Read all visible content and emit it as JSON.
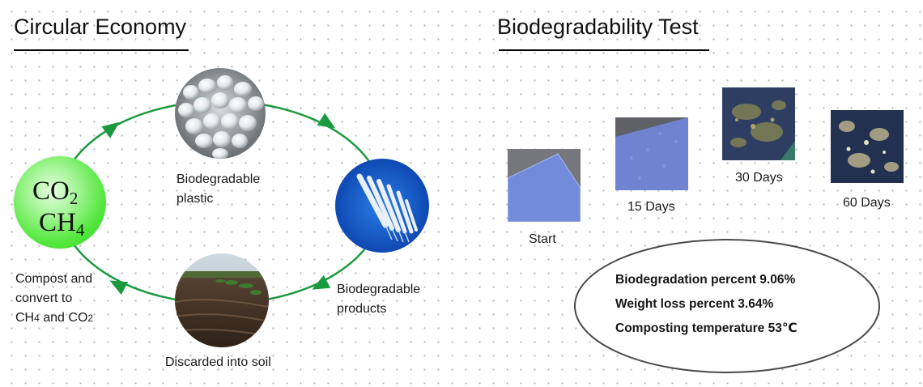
{
  "left": {
    "title": "Circular Economy",
    "co2": "CO",
    "co2_sub": "2",
    "ch4": "CH",
    "ch4_sub": "4",
    "labels": {
      "plastic": [
        "Biodegradable",
        "plastic"
      ],
      "products": [
        "Biodegradable",
        "products"
      ],
      "soil": "Discarded into soil",
      "compost": [
        "Compost and",
        "convert to"
      ],
      "compost_formula": {
        "a": "CH",
        "a_sub": "4",
        "mid": " and CO",
        "b_sub": "2"
      }
    },
    "colors": {
      "cycle": "#1a9a3e",
      "co2_circle": "#4ee23a"
    }
  },
  "right": {
    "title": "Biodegradability Test",
    "samples": [
      {
        "caption": "Start"
      },
      {
        "caption": "15 Days"
      },
      {
        "caption": "30 Days"
      },
      {
        "caption": "60 Days"
      }
    ],
    "stats": [
      "Biodegradation percent 9.06%",
      "Weight loss percent 3.64%",
      "Composting temperature 53℃"
    ]
  }
}
